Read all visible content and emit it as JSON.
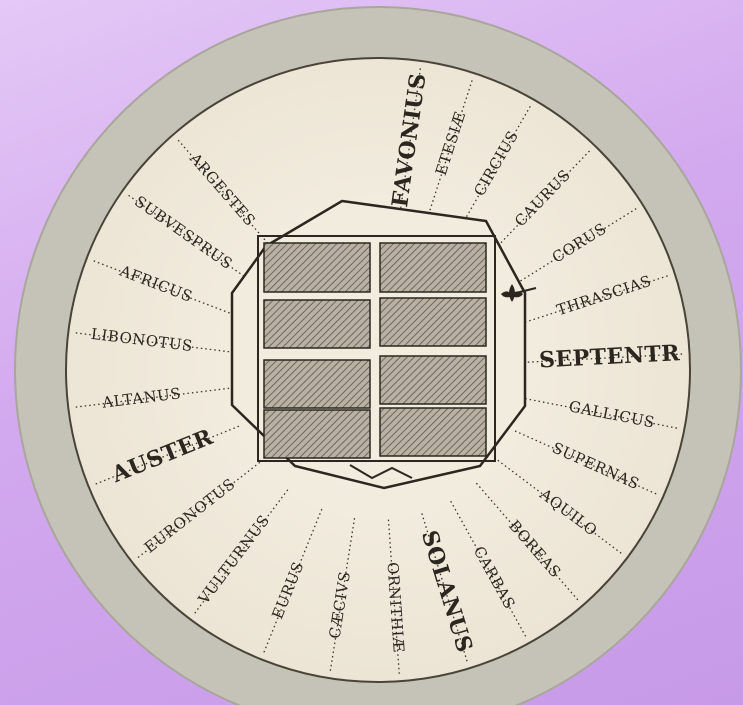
{
  "figure": {
    "type": "wind-rose",
    "colors": {
      "background": "#d2a8ee",
      "ring": "#c5c2b8",
      "paper": "#f4efe3",
      "ink": "#2b2620",
      "hatch": "#6c665c"
    },
    "winds": [
      {
        "label": "FAVONIUS",
        "angle": -82,
        "big": true
      },
      {
        "label": "ETESIÆ",
        "angle": -72
      },
      {
        "label": "CIRCIUS",
        "angle": -60
      },
      {
        "label": "CAURUS",
        "angle": -46
      },
      {
        "label": "CORUS",
        "angle": -32
      },
      {
        "label": "THRASCIAS",
        "angle": -18
      },
      {
        "label": "SEPTENTR",
        "angle": -3,
        "big": true
      },
      {
        "label": "GALLICUS",
        "angle": 11
      },
      {
        "label": "SUPERNAS",
        "angle": 24
      },
      {
        "label": "AQUILO",
        "angle": 37
      },
      {
        "label": "BOREAS",
        "angle": 49
      },
      {
        "label": "CARBAS",
        "angle": 61
      },
      {
        "label": "SOLANUS",
        "angle": 73,
        "big": true
      },
      {
        "label": "ORNITHIÆ",
        "angle": 86
      },
      {
        "label": "CÆCIVS",
        "angle": 99
      },
      {
        "label": "EURUS",
        "angle": 112
      },
      {
        "label": "VULTURNUS",
        "angle": 127
      },
      {
        "label": "EURONOTUS",
        "angle": 142
      },
      {
        "label": "AUSTER",
        "angle": 158,
        "big": true
      },
      {
        "label": "ALTANUS",
        "angle": 173
      },
      {
        "label": "LIBONOTUS",
        "angle": 187
      },
      {
        "label": "AFRICUS",
        "angle": 201
      },
      {
        "label": "SUBVESPRUS",
        "angle": 215
      },
      {
        "label": "ARGESTES",
        "angle": 229
      }
    ]
  }
}
